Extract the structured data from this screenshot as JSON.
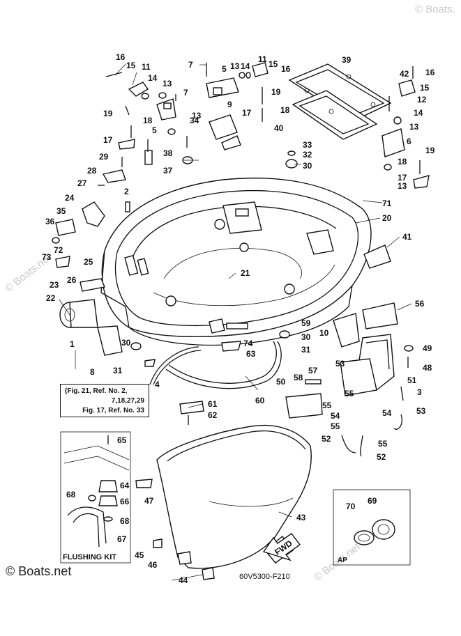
{
  "diagram": {
    "figure_code": "60V5300-F210",
    "watermark_text": "© Boats.net",
    "reference_note": {
      "line1": "(Fig. 21, Ref. No. 2,",
      "line2": "7,18,27,29",
      "line3": "Fig. 17, Ref. No. 33"
    },
    "flushing_kit_label": "FLUSHING KIT",
    "ap_label": "AP",
    "fwd_label": "FWD",
    "callout_a": [
      "16",
      "15",
      "11",
      "14",
      "13",
      "7",
      "19",
      "5",
      "18",
      "17",
      "29",
      "38",
      "37",
      "28",
      "27",
      "2",
      "24",
      "35",
      "36",
      "72",
      "73",
      "25",
      "26",
      "23",
      "22",
      "1",
      "8",
      "31",
      "4",
      "30",
      "34"
    ],
    "callout_b": [
      "7",
      "5",
      "13",
      "14",
      "11",
      "15",
      "16",
      "9",
      "19",
      "17",
      "18",
      "39",
      "42",
      "12",
      "13",
      "40",
      "33",
      "32",
      "30",
      "16",
      "15",
      "14",
      "13",
      "6",
      "19",
      "18",
      "17",
      "13",
      "71",
      "20",
      "41",
      "21",
      "56",
      "59",
      "10",
      "3",
      "74",
      "63",
      "30",
      "31",
      "49",
      "48",
      "53",
      "57",
      "58",
      "50",
      "51",
      "3",
      "55",
      "55",
      "54",
      "55",
      "53",
      "52",
      "54",
      "55",
      "52",
      "60",
      "61",
      "62",
      "65",
      "64",
      "68",
      "66",
      "68",
      "67",
      "47",
      "43",
      "45",
      "46",
      "44",
      "70",
      "69"
    ]
  }
}
